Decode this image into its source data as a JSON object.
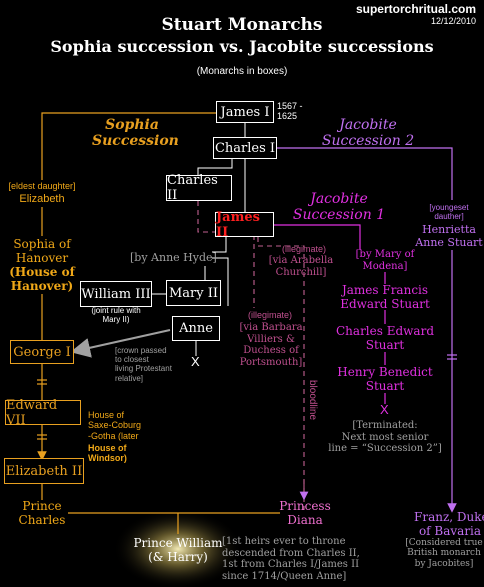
{
  "header": {
    "site": "supertorchritual.com",
    "date": "12/12/2010",
    "title": "Stuart Monarchs",
    "subtitle": "Sophia succession vs. Jacobite successions",
    "note": "(Monarchs in boxes)"
  },
  "monarchs": {
    "james1": "James I",
    "james1_years": "1567 -\n1625",
    "charles1": "Charles I",
    "charles2": "Charles II",
    "james2": "James II",
    "william3": "William III",
    "mary2": "Mary II",
    "anne": "Anne",
    "george1": "George I",
    "edward7": "Edward VII",
    "elizabeth2": "Elizabeth II"
  },
  "successions": {
    "sophia": "Sophia\nSuccession",
    "jacobite2": "Jacobite\nSuccession 2",
    "jacobite1": "Jacobite\nSuccession 1"
  },
  "sophia_line": {
    "elizabeth_tag": "[eldest daughter]",
    "elizabeth": "Elizabeth",
    "sophia": "Sophia of\nHanover",
    "house": "(House of\nHanover)",
    "saxe_coburg": "House of\nSaxe-Coburg\n-Gotha (later",
    "windsor": "House of\nWindsor)",
    "prince_charles": "Prince\nCharles"
  },
  "notes": {
    "anne_hyde": "[by Anne Hyde]",
    "joint_rule": "(joint rule with\nMary II)",
    "anne_x": "X",
    "crown_passed": "[crown passed\nto closest\nliving Protestant\nrelative]",
    "illegit1_tag": "(illegimate)",
    "illegit1": "[via Arabella\nChurchill]",
    "illegit2_tag": "(illegimate)",
    "illegit2": "[via Barbara\nVilliers &\nDuchess of\nPortsmouth]",
    "bloodline": "bloodline",
    "diana": "Princess\nDiana",
    "william": "Prince William\n(& Harry)",
    "heirs": "[1st heirs ever to throne\ndescended from Charles II,\n1st from Charles I/James II\nsince 1714/Queen Anne]"
  },
  "jacobite1_line": {
    "mary_modena": "[by Mary of\nModena]",
    "james_francis": "James Francis\nEdward Stuart",
    "charles_edward": "Charles Edward\nStuart",
    "henry_benedict": "Henry Benedict\nStuart",
    "x": "X",
    "terminated": "[Terminated:\nNext most senior\nline = “Succession 2”]"
  },
  "jacobite2_line": {
    "henrietta_tag": "[youngeset\ndauther]",
    "henrietta": "Henrietta\nAnne Stuart",
    "franz": "Franz, Duke\nof Bavaria",
    "considered": "[Considered true\nBritish monarch\nby Jacobites]"
  },
  "colors": {
    "background": "#000000",
    "sophia_gold": "#e8a020",
    "jacobite_purple": "#c070f0",
    "jacobite_magenta": "#e030e0",
    "james2_red": "#ff2020",
    "illegit_pink": "#c06090",
    "note_grey": "#a0a0a0"
  }
}
